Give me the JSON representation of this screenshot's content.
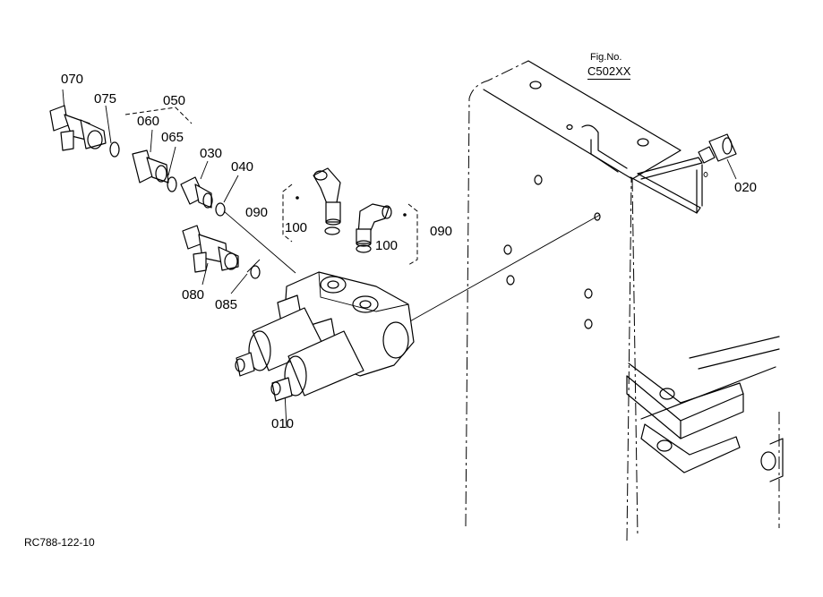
{
  "fig": {
    "caption": "Fig.No.",
    "number": "C502XX"
  },
  "parts": {
    "p010": "010",
    "p020": "020",
    "p030": "030",
    "p040": "040",
    "p050": "050",
    "p060": "060",
    "p065": "065",
    "p070": "070",
    "p075": "075",
    "p080": "080",
    "p085": "085",
    "p090a": "090",
    "p090b": "090",
    "p100a": "100",
    "p100b": "100"
  },
  "drawing_code": "RC788-122-10"
}
